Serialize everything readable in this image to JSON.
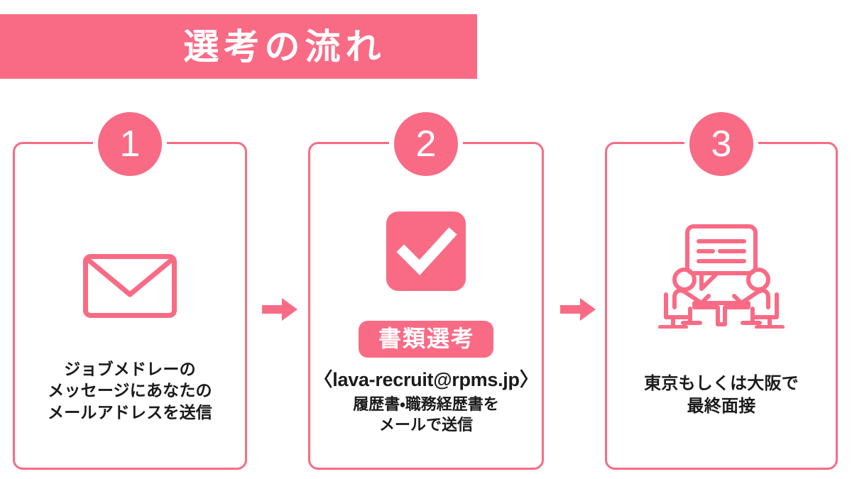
{
  "header": {
    "title": "選考の流れ",
    "background_color": "#F96B85",
    "text_color": "#FFFFFF"
  },
  "theme": {
    "accent_pink": "#F96B85",
    "text_dark": "#1B1B1B",
    "page_background": "#FFFFFF"
  },
  "flow": {
    "arrow_1": "arrow-right-icon",
    "arrow_2": "arrow-right-icon",
    "steps": [
      {
        "number": "1",
        "icon": "envelope-icon",
        "text": "ジョブメドレーの\nメッセージにあなたの\nメールアドレスを送信"
      },
      {
        "number": "2",
        "icon": "checkbox-checked-icon",
        "pill_label": "書類選考",
        "email": "〈lava-recruit@rpms.jp〉",
        "text": "履歴書・職務経歴書を\nメールで送信"
      },
      {
        "number": "3",
        "icon": "interview-icon",
        "text": "東京もしくは大阪で\n最終面接"
      }
    ]
  }
}
